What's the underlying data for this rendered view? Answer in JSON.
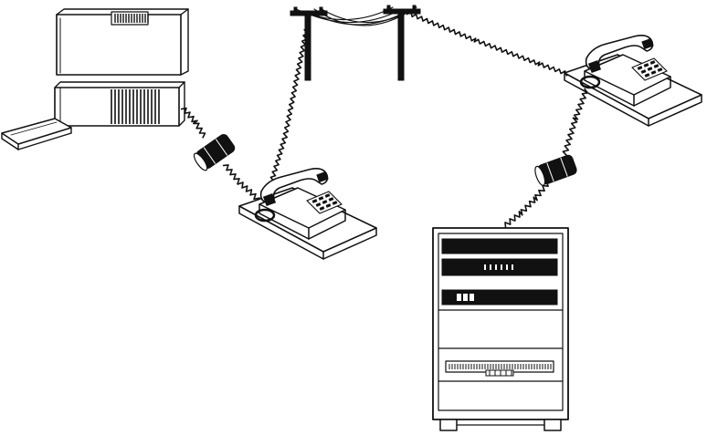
{
  "diagram": {
    "nodes": [
      {
        "id": "terminal",
        "icon": "computer-terminal-icon"
      },
      {
        "id": "modem-left",
        "icon": "acoustic-coupler-modem-icon"
      },
      {
        "id": "phone-left",
        "icon": "push-button-telephone-icon"
      },
      {
        "id": "utility-poles",
        "icon": "telephone-pole-icon"
      },
      {
        "id": "phone-right",
        "icon": "push-button-telephone-icon"
      },
      {
        "id": "modem-right",
        "icon": "acoustic-coupler-modem-icon"
      },
      {
        "id": "host-computer",
        "icon": "mainframe-rack-icon"
      }
    ],
    "links": [
      [
        "terminal",
        "modem-left"
      ],
      [
        "modem-left",
        "phone-left"
      ],
      [
        "phone-left",
        "utility-poles"
      ],
      [
        "utility-poles",
        "phone-right"
      ],
      [
        "phone-right",
        "modem-right"
      ],
      [
        "modem-right",
        "host-computer"
      ]
    ],
    "colors": {
      "ink": "#111111",
      "paper": "#ffffff"
    }
  }
}
